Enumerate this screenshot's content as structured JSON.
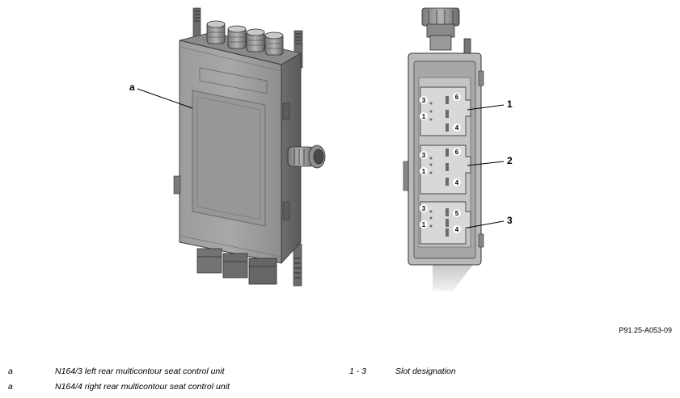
{
  "callouts": {
    "a": "a",
    "one": "1",
    "two": "2",
    "three": "3"
  },
  "connector_pins": {
    "slot1": [
      "3",
      "1",
      "6",
      "4"
    ],
    "slot2": [
      "3",
      "1",
      "6",
      "4"
    ],
    "slot3": [
      "3",
      "1",
      "5",
      "4"
    ]
  },
  "figure_reference": "P91.25-A053-09",
  "legend": [
    {
      "key": "a",
      "text": "N164/3 left rear multicontour seat control unit"
    },
    {
      "key": "a",
      "text": "N164/4 right rear multicontour seat control unit"
    },
    {
      "key": "1 - 3",
      "text": "Slot designation"
    }
  ]
}
